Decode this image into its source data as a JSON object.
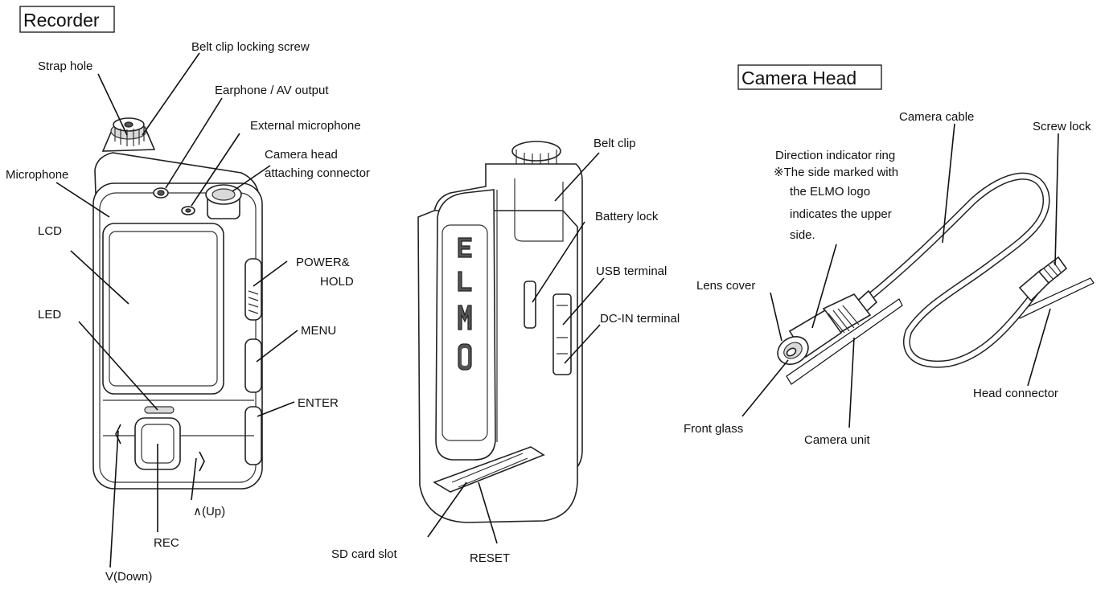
{
  "sections": {
    "recorder": "Recorder",
    "camera_head": "Camera Head"
  },
  "recorder_front_labels": {
    "belt_clip_locking_screw": "Belt clip locking screw",
    "strap_hole": "Strap hole",
    "earphone_av_output": "Earphone / AV output",
    "external_microphone": "External microphone",
    "camera_head_connector_line1": "Camera head",
    "camera_head_connector_line2": "attaching connector",
    "microphone": "Microphone",
    "lcd": "LCD",
    "power_hold_line1": "POWER&",
    "power_hold_line2": "HOLD",
    "led": "LED",
    "menu": "MENU",
    "enter": "ENTER",
    "up": "∧(Up)",
    "rec": "REC",
    "down": "V(Down)"
  },
  "recorder_back_labels": {
    "belt_clip": "Belt clip",
    "battery_lock": "Battery lock",
    "usb_terminal": "USB terminal",
    "dc_in_terminal": "DC-IN terminal",
    "sd_card_slot": "SD card slot",
    "reset": "RESET",
    "logo_text": "ELMO"
  },
  "camera_head_labels": {
    "camera_cable": "Camera cable",
    "screw_lock": "Screw lock",
    "direction_ring_line1": "Direction indicator ring",
    "direction_ring_line2": "※The side marked with",
    "direction_ring_line3": "the ELMO logo",
    "direction_ring_line4": "indicates the upper",
    "direction_ring_line5": "side.",
    "lens_cover": "Lens cover",
    "front_glass": "Front glass",
    "camera_unit": "Camera unit",
    "head_connector": "Head connector"
  }
}
